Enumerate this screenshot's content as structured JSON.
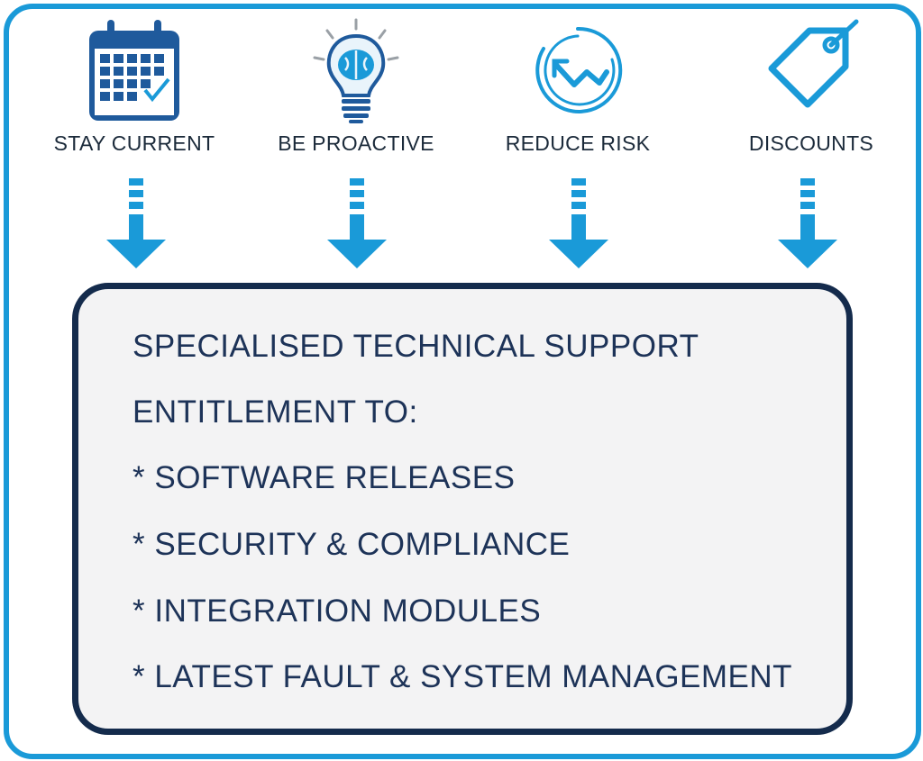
{
  "colors": {
    "frame": "#1a9ad8",
    "icon_dark": "#1f5a9c",
    "icon_light": "#1a9ad8",
    "panel_border": "#142b4c",
    "panel_bg": "#f3f3f4",
    "panel_text": "#1d3358"
  },
  "features": [
    {
      "label": "STAY CURRENT",
      "icon": "calendar-icon"
    },
    {
      "label": "BE PROACTIVE",
      "icon": "lightbulb-brain-icon"
    },
    {
      "label": "REDUCE RISK",
      "icon": "trend-down-circle-icon"
    },
    {
      "label": "DISCOUNTS",
      "icon": "price-tag-icon"
    }
  ],
  "panel": {
    "lines": [
      "SPECIALISED TECHNICAL SUPPORT",
      "ENTITLEMENT TO:",
      "* SOFTWARE RELEASES",
      "* SECURITY & COMPLIANCE",
      "* INTEGRATION MODULES",
      "* LATEST FAULT & SYSTEM MANAGEMENT"
    ]
  }
}
